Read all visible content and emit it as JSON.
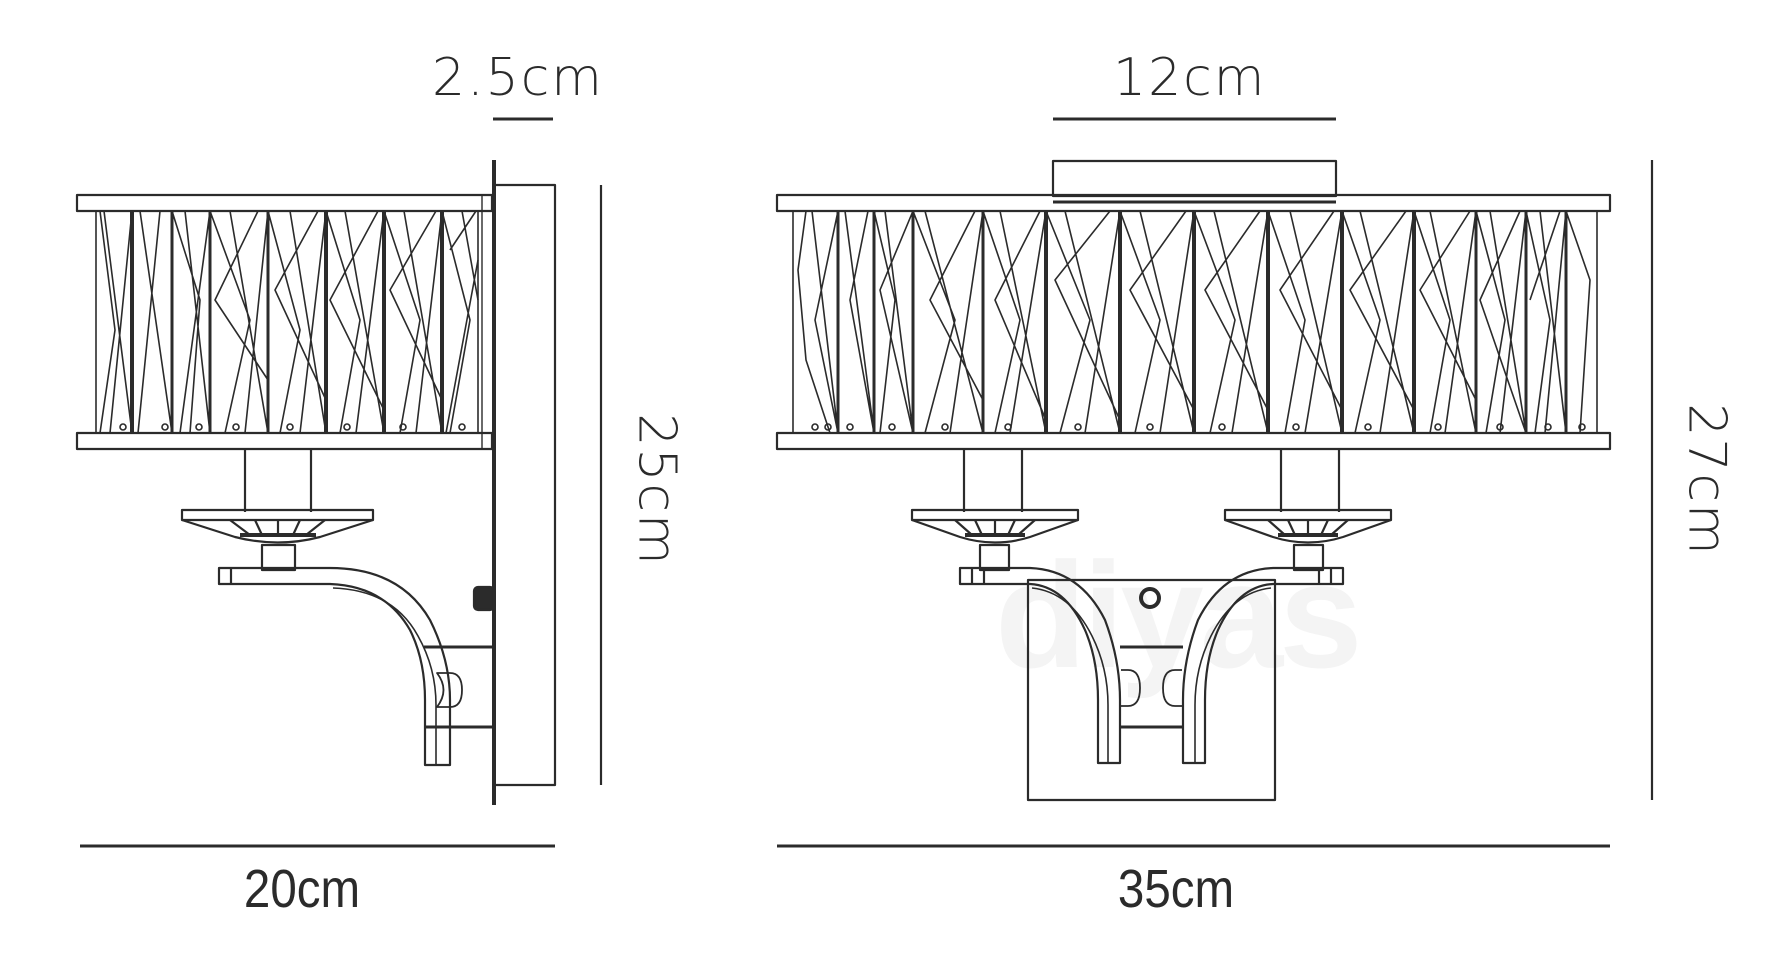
{
  "diagram": {
    "subject": "Crystal wall light dimension drawing",
    "line_color": "#2b2b2b",
    "background": "#ffffff",
    "watermark_text": "diyas",
    "side_view": {
      "depth_label": "20cm",
      "height_label": "25cm",
      "backplate_depth_label": "2.5cm",
      "arms": 1
    },
    "front_view": {
      "width_label": "35cm",
      "height_label": "27cm",
      "canopy_width_label": "12cm",
      "arms": 2
    }
  }
}
